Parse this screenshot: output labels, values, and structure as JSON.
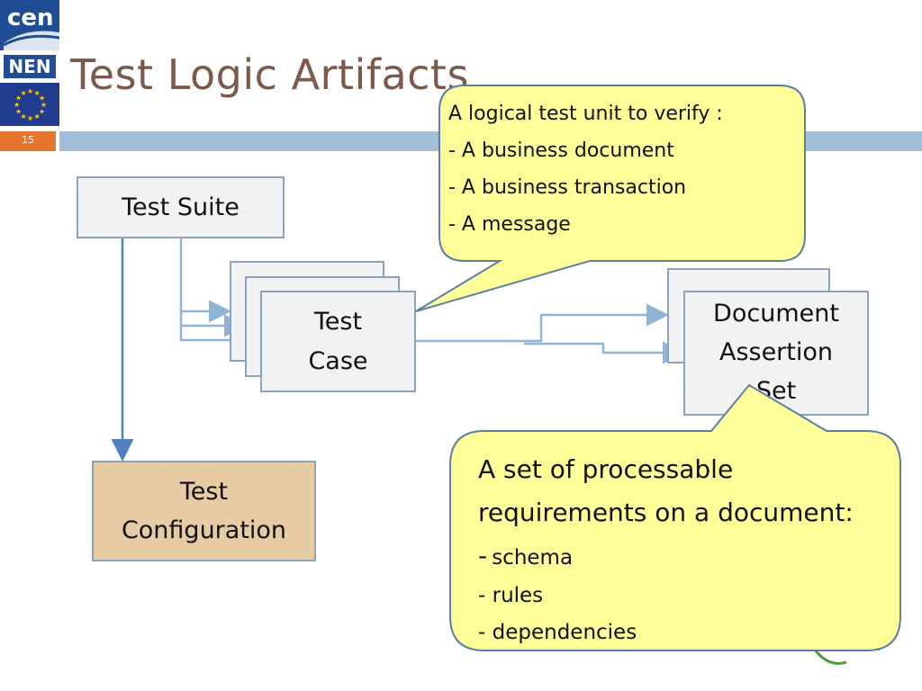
{
  "slide": {
    "title": "Test Logic Artifacts",
    "number": "15"
  },
  "logos": {
    "cen": "cen",
    "nen": "NEN"
  },
  "nodes": {
    "test_suite": "Test Suite",
    "test_case": [
      "Test",
      "Case"
    ],
    "document_assertion_set": [
      "Document",
      "Assertion",
      "Set"
    ],
    "test_configuration": [
      "Test",
      "Configuration"
    ]
  },
  "callouts": {
    "test_case_note": [
      "A logical test unit to verify :",
      "- A business document",
      "- A business transaction",
      "- A message"
    ],
    "assertion_note": {
      "lead": [
        "A set of processable",
        "requirements on a document:"
      ],
      "dash": "-",
      "items": [
        "schema",
        "- rules",
        "- dependencies"
      ]
    }
  },
  "colors": {
    "title": "#7b5a4c",
    "band": "#a3bed8",
    "slide_number_bg": "#e5742c",
    "callout_fill": "#ffff99",
    "callout_border": "#5d7fa3",
    "connector": "#8fb4d6",
    "config_fill": "#e6cba4"
  }
}
